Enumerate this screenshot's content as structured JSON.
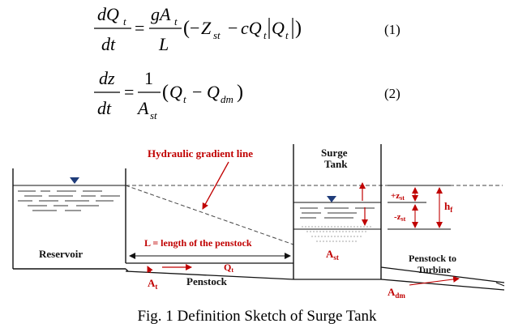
{
  "equations": {
    "eq1_number": "(1)",
    "eq2_number": "(2)"
  },
  "sketch": {
    "hydraulic_gradient_label": "Hydraulic gradient line",
    "surge_tank_line1": "Surge",
    "surge_tank_line2": "Tank",
    "reservoir_label": "Reservoir",
    "penstock_length_label": "L = length of the penstock",
    "penstock_label": "Penstock",
    "penstock_to_line1": "Penstock to",
    "penstock_to_line2": "Turbine",
    "plus_z": "+z",
    "minus_z": "-z",
    "z_sub": "st",
    "hf": "h",
    "hf_sub": "f",
    "q": "Q",
    "q_sub": "t",
    "a_st": "A",
    "a_st_sub": "st",
    "a_t": "A",
    "a_t_sub": "t",
    "a_dm": "A",
    "a_dm_sub": "dm"
  },
  "caption": "Fig. 1 Definition Sketch of Surge Tank",
  "colors": {
    "accent": "#c00000",
    "ink": "#111111"
  }
}
